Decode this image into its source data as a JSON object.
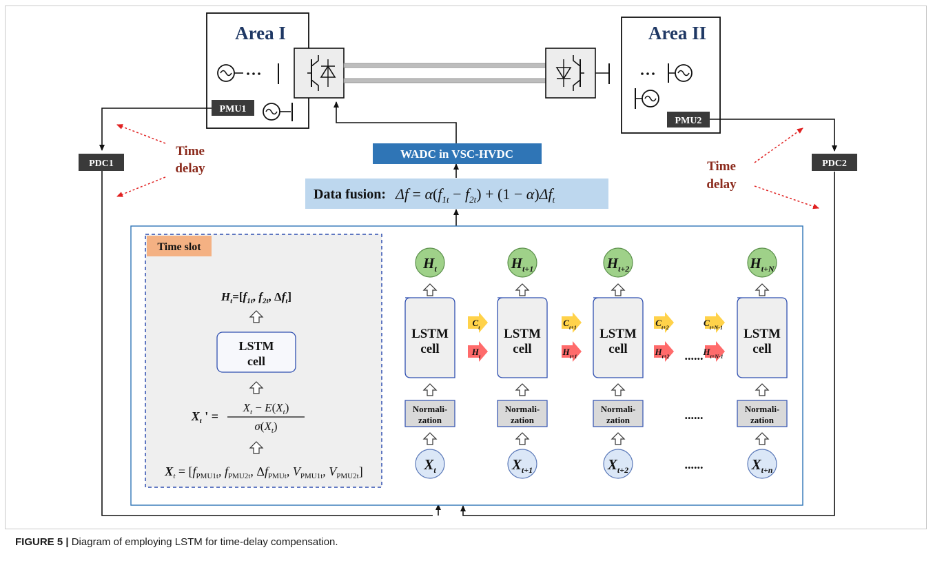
{
  "areas": {
    "area1": "Area I",
    "area2": "Area II"
  },
  "pmu": {
    "pmu1": "PMU1",
    "pmu2": "PMU2"
  },
  "pdc": {
    "pdc1": "PDC1",
    "pdc2": "PDC2"
  },
  "time_delay": {
    "line1": "Time",
    "line2": "delay"
  },
  "wadc": "WADC in VSC-HVDC",
  "data_fusion": {
    "label": "Data fusion:"
  },
  "time_slot": {
    "title": "Time slot",
    "lstm_line1": "LSTM",
    "lstm_line2": "cell"
  },
  "lstm_chain": {
    "cell_line1": "LSTM",
    "cell_line2": "cell",
    "norm_line1": "Normali-",
    "norm_line2": "zation",
    "ellipsis": "......"
  },
  "caption": {
    "label": "FIGURE 5 |",
    "text": "Diagram of employing LSTM for time-delay compensation."
  },
  "colors": {
    "navy": "#1f3864",
    "dark_red": "#8b2a1c",
    "wadc_blue": "#2f75b6",
    "fusion_bg": "#bdd7ee",
    "green_circle": "#9fd189",
    "blue_circle": "#dbe7f7",
    "orange_tab": "#f4b183",
    "yellow_arrow": "#ffd24a",
    "red_arrow": "#ff6b6b"
  }
}
